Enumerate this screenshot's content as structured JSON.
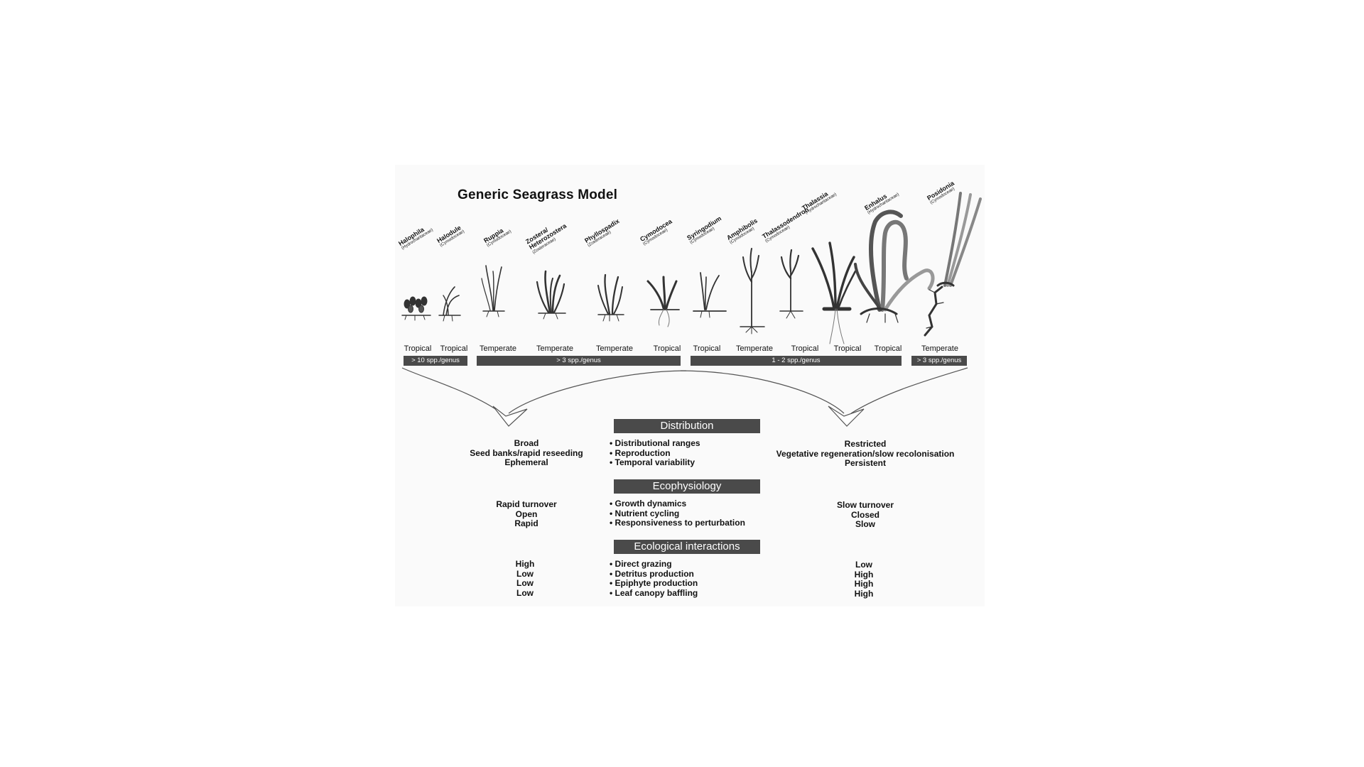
{
  "title": "Generic Seagrass Model",
  "genera": [
    {
      "name": "Halophila",
      "family": "(Hydrocharitaceae)"
    },
    {
      "name": "Halodule",
      "family": "(Cymodoceae)"
    },
    {
      "name": "Ruppia",
      "family": "(Cymodoceae)"
    },
    {
      "name": "Zostera/ Heterozostera",
      "family": "(Zosteraceae)"
    },
    {
      "name": "Phyllospadix",
      "family": "(Zosteraceae)"
    },
    {
      "name": "Cymodocea",
      "family": "(Cymodoceae)"
    },
    {
      "name": "Syringodium",
      "family": "(Cymodoceae)"
    },
    {
      "name": "Amphibolis",
      "family": "(Cymodoceae)"
    },
    {
      "name": "Thalassodendron",
      "family": "(Cymodoceae)"
    },
    {
      "name": "Thalassia",
      "family": "(Hydrocharitaceae)"
    },
    {
      "name": "Enhalus",
      "family": "(Hydrocharitaceae)"
    },
    {
      "name": "Posidonia",
      "family": "(Cymodoceae)"
    }
  ],
  "climates": [
    "Tropical",
    "Tropical",
    "Temperate",
    "Temperate",
    "Temperate",
    "Tropical",
    "Tropical",
    "Temperate",
    "Tropical",
    "Tropical",
    "Tropical",
    "Temperate"
  ],
  "species_bars": [
    "> 10 spp./genus",
    "> 3 spp./genus",
    "1 - 2 spp./genus",
    "> 3 spp./genus"
  ],
  "sections": [
    {
      "header": "Distribution",
      "left": [
        "Broad",
        "Seed banks/rapid reseeding",
        "Ephemeral"
      ],
      "bullets": [
        "Distributional ranges",
        "Reproduction",
        "Temporal variability"
      ],
      "right": [
        "Restricted",
        "Vegetative regeneration/slow recolonisation",
        "Persistent"
      ]
    },
    {
      "header": "Ecophysiology",
      "left": [
        "Rapid turnover",
        "Open",
        "Rapid"
      ],
      "bullets": [
        "Growth dynamics",
        "Nutrient cycling",
        "Responsiveness to perturbation"
      ],
      "right": [
        "Slow turnover",
        "Closed",
        "Slow"
      ]
    },
    {
      "header": "Ecological interactions",
      "left": [
        "High",
        "Low",
        "Low",
        "Low"
      ],
      "bullets": [
        "Direct grazing",
        "Detritus production",
        "Epiphyte production",
        "Leaf canopy baffling"
      ],
      "right": [
        "Low",
        "High",
        "High",
        "High"
      ]
    }
  ]
}
